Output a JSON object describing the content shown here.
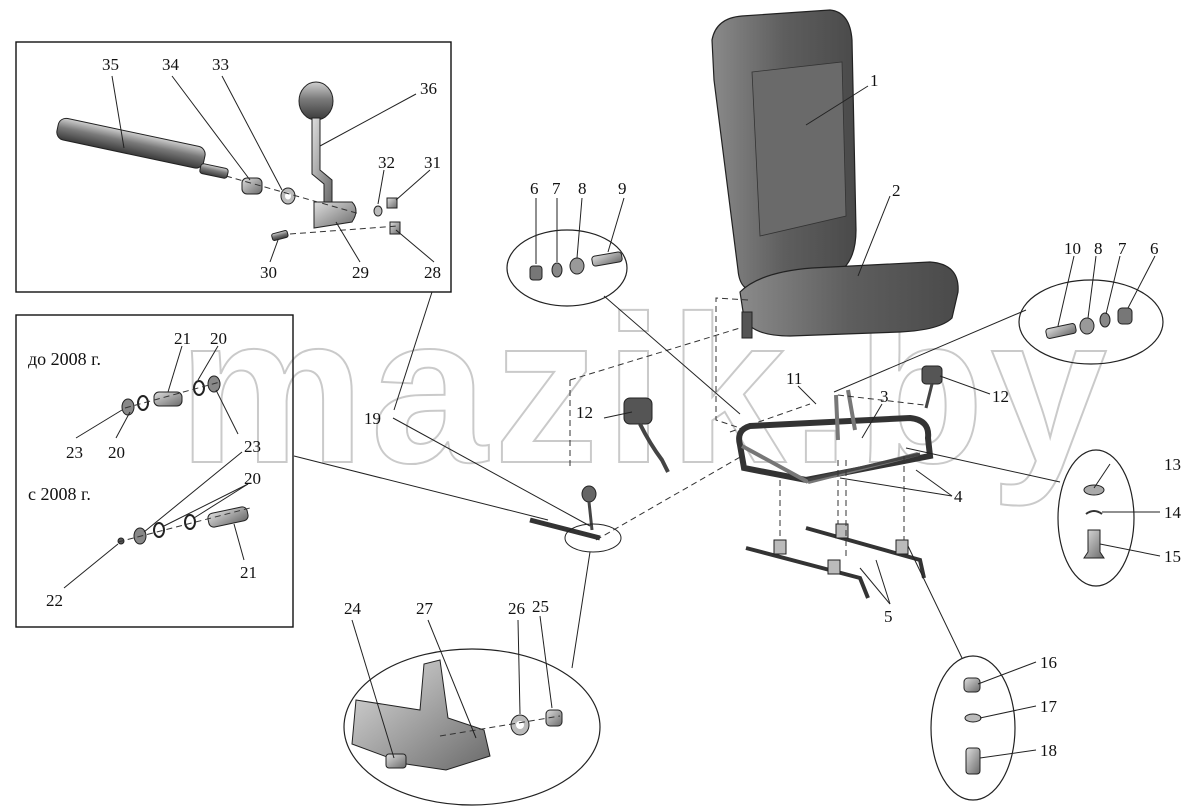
{
  "diagram": {
    "watermark": "mazik.by",
    "notes": {
      "before_2008": "до 2008 г.",
      "from_2008": "с 2008 г."
    },
    "callouts": {
      "c1": "1",
      "c2": "2",
      "c3": "3",
      "c4": "4",
      "c5": "5",
      "c6a": "6",
      "c6b": "6",
      "c7a": "7",
      "c7b": "7",
      "c8a": "8",
      "c8b": "8",
      "c9": "9",
      "c10": "10",
      "c11": "11",
      "c12a": "12",
      "c12b": "12",
      "c13": "13",
      "c14": "14",
      "c15": "15",
      "c16": "16",
      "c17": "17",
      "c18": "18",
      "c19": "19",
      "c20a": "20",
      "c20b": "20",
      "c20c": "20",
      "c21a": "21",
      "c21b": "21",
      "c22": "22",
      "c23a": "23",
      "c23b": "23",
      "c24": "24",
      "c25": "25",
      "c26": "26",
      "c27": "27",
      "c28": "28",
      "c29": "29",
      "c30": "30",
      "c31": "31",
      "c32": "32",
      "c33": "33",
      "c34": "34",
      "c35": "35",
      "c36": "36"
    },
    "colors": {
      "seat_dark": "#5a5a5a",
      "seat_mid": "#6e6e6e",
      "seat_light": "#8a8a8a",
      "metal": "#9a9a9a",
      "watermark": "#b9b9b9"
    }
  }
}
